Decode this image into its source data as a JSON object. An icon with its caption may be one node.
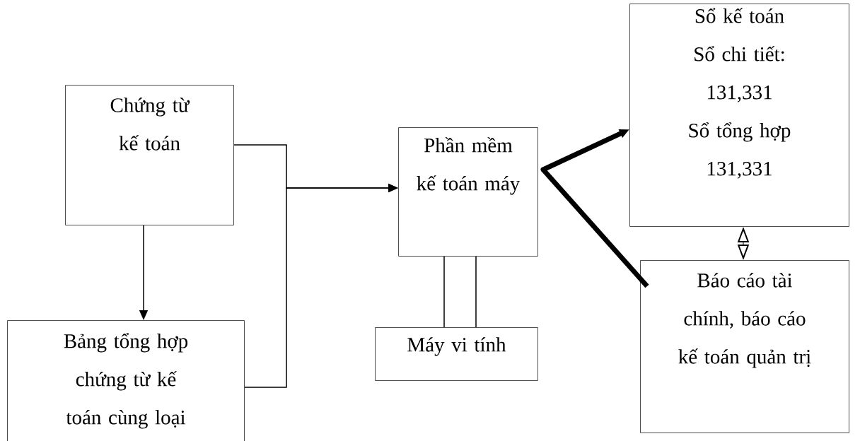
{
  "diagram": {
    "nodes": [
      {
        "text": [
          "Chứng từ kế toán"
        ]
      },
      {
        "text": [
          "Bảng tổng hợp chứng từ kế toán cùng loại"
        ]
      },
      {
        "text": [
          "Phần mềm kế toán máy"
        ]
      },
      {
        "text": [
          "Máy vi tính"
        ]
      },
      {
        "text": [
          "Sổ kế toán",
          "Sổ chi tiết: 131,331",
          "Sổ tổng hợp 131,331"
        ]
      },
      {
        "text": [
          "Báo cáo tài chính, báo cáo kế toán quản trị"
        ]
      }
    ],
    "edges": [
      {
        "from": 0,
        "to": 1,
        "arrow": "to"
      },
      {
        "from": 0,
        "to": 2,
        "arrow": "to"
      },
      {
        "from": 1,
        "to": 2,
        "arrow": "to"
      },
      {
        "from": 2,
        "to": 3,
        "arrow": "none"
      },
      {
        "from": 2,
        "to": 4,
        "arrow": "to",
        "style": "thick"
      },
      {
        "from": 2,
        "to": 5,
        "arrow": "none",
        "style": "thick"
      },
      {
        "from": 4,
        "to": 5,
        "arrow": "both"
      }
    ]
  }
}
